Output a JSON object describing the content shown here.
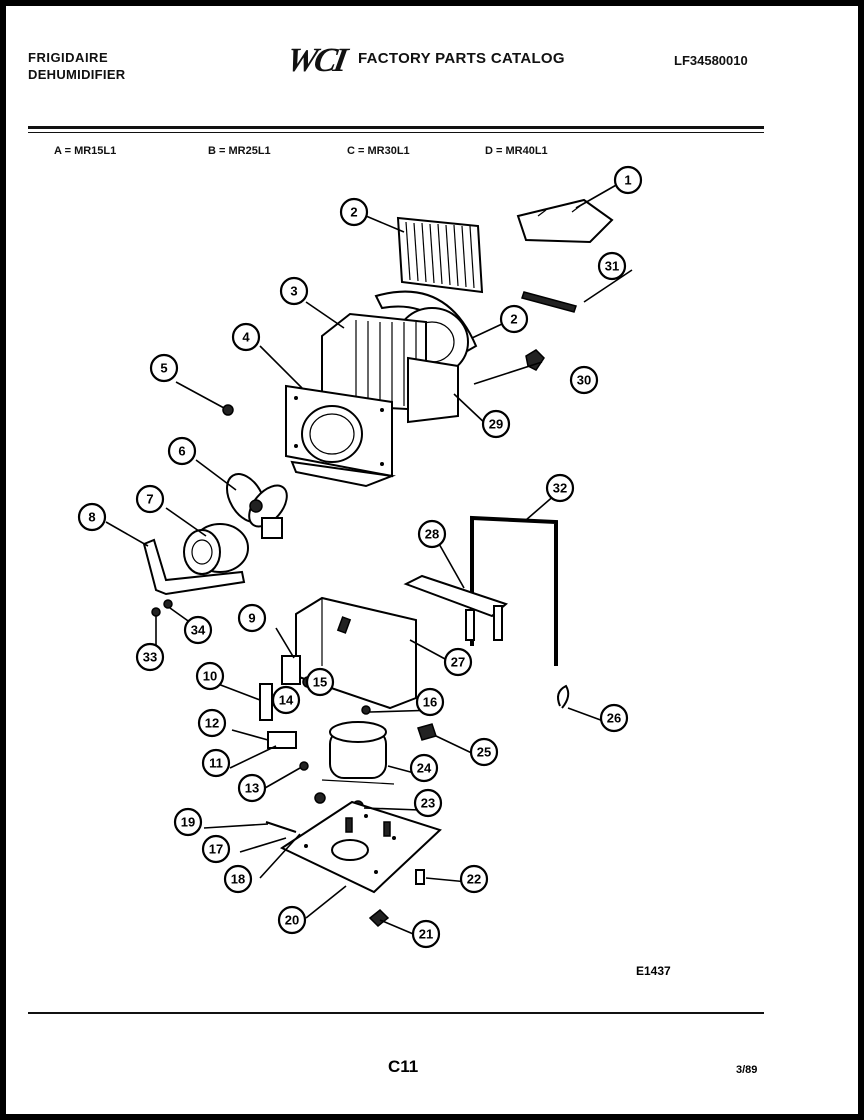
{
  "header": {
    "brand_line1": "FRIGIDAIRE",
    "brand_line2": "DEHUMIDIFIER",
    "logo": "WCI",
    "catalog_title": "FACTORY PARTS CATALOG",
    "catalog_number": "LF34580010"
  },
  "models": [
    "A = MR15L1",
    "B = MR25L1",
    "C = MR30L1",
    "D = MR40L1"
  ],
  "callouts": [
    "1",
    "2",
    "2",
    "3",
    "4",
    "5",
    "6",
    "7",
    "8",
    "9",
    "10",
    "11",
    "12",
    "13",
    "14",
    "15",
    "16",
    "17",
    "18",
    "19",
    "20",
    "21",
    "22",
    "23",
    "24",
    "25",
    "26",
    "27",
    "28",
    "29",
    "30",
    "31",
    "32",
    "33",
    "34"
  ],
  "footer": {
    "diagram_code": "E1437",
    "page": "C11",
    "date": "3/89"
  }
}
